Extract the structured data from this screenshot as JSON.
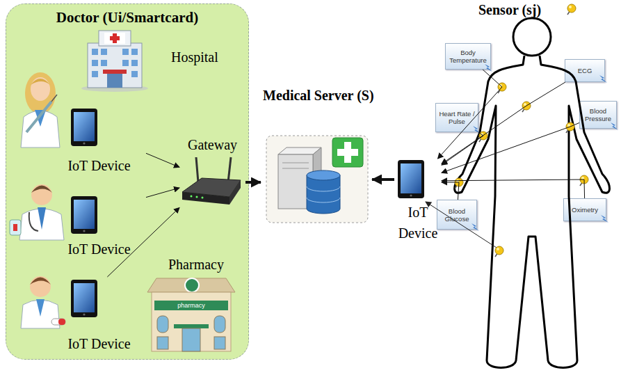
{
  "diagram": {
    "nodes": [
      {
        "text": [
          "Doctor (Ui/Smartcard)"
        ]
      },
      {
        "text": [
          "Hospital"
        ],
        "in": 0
      },
      {
        "text": [
          "IoT Device"
        ],
        "in": 0
      },
      {
        "text": [
          "IoT Device"
        ],
        "in": 0
      },
      {
        "text": [
          "IoT Device"
        ],
        "in": 0
      },
      {
        "text": [
          "Gateway"
        ],
        "in": 0
      },
      {
        "text": [
          "Pharmacy"
        ],
        "in": 0
      },
      {
        "text": [
          "Medical Server (S)"
        ]
      },
      {
        "text": [
          "IoT Device"
        ]
      },
      {
        "text": [
          "Sensor (sj)"
        ]
      },
      {
        "text": [
          "Body Temperature"
        ],
        "in": 9
      },
      {
        "text": [
          "ECG"
        ],
        "in": 9
      },
      {
        "text": [
          "Heart Rate / Pulse"
        ],
        "in": 9
      },
      {
        "text": [
          "Blood Pressure"
        ],
        "in": 9
      },
      {
        "text": [
          "Blood Glucose"
        ],
        "in": 9
      },
      {
        "text": [
          "Oximetry"
        ],
        "in": 9
      }
    ],
    "edges": [
      {
        "from": 2,
        "to": 5,
        "arrow": "to"
      },
      {
        "from": 3,
        "to": 5,
        "arrow": "to"
      },
      {
        "from": 4,
        "to": 5,
        "arrow": "to"
      },
      {
        "from": 5,
        "to": 7,
        "arrow": "to"
      },
      {
        "from": 8,
        "to": 7,
        "arrow": "to"
      },
      {
        "from": 10,
        "to": 8,
        "arrow": "to"
      },
      {
        "from": 11,
        "to": 8,
        "arrow": "to"
      },
      {
        "from": 12,
        "to": 8,
        "arrow": "to"
      },
      {
        "from": 13,
        "to": 8,
        "arrow": "to"
      },
      {
        "from": 14,
        "to": 8,
        "arrow": "to"
      },
      {
        "from": 15,
        "to": 8,
        "arrow": "to"
      }
    ],
    "labels": [
      "pharmacy"
    ]
  }
}
